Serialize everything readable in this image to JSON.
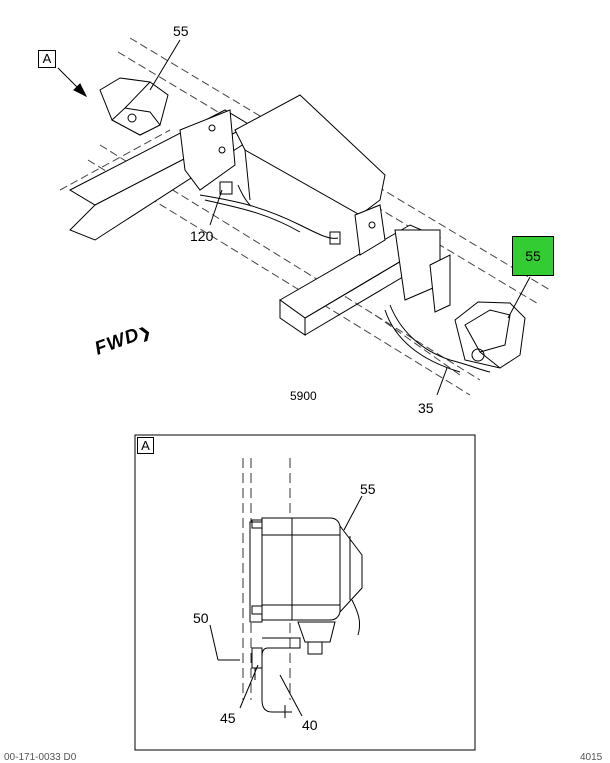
{
  "callouts": {
    "top_left_light": "55",
    "highlighted_light": "55",
    "bracket_part": "120",
    "harness_part": "35",
    "detail_light": "55",
    "detail_wire": "50",
    "detail_clip": "45",
    "detail_bracket": "40"
  },
  "view_label_main": "A",
  "view_label_detail": "A",
  "direction_text": "FWD",
  "figure_number": "5900",
  "highlight_color": "#33cc33",
  "footer_left": "00-171-0033 D0",
  "footer_right": "4015"
}
